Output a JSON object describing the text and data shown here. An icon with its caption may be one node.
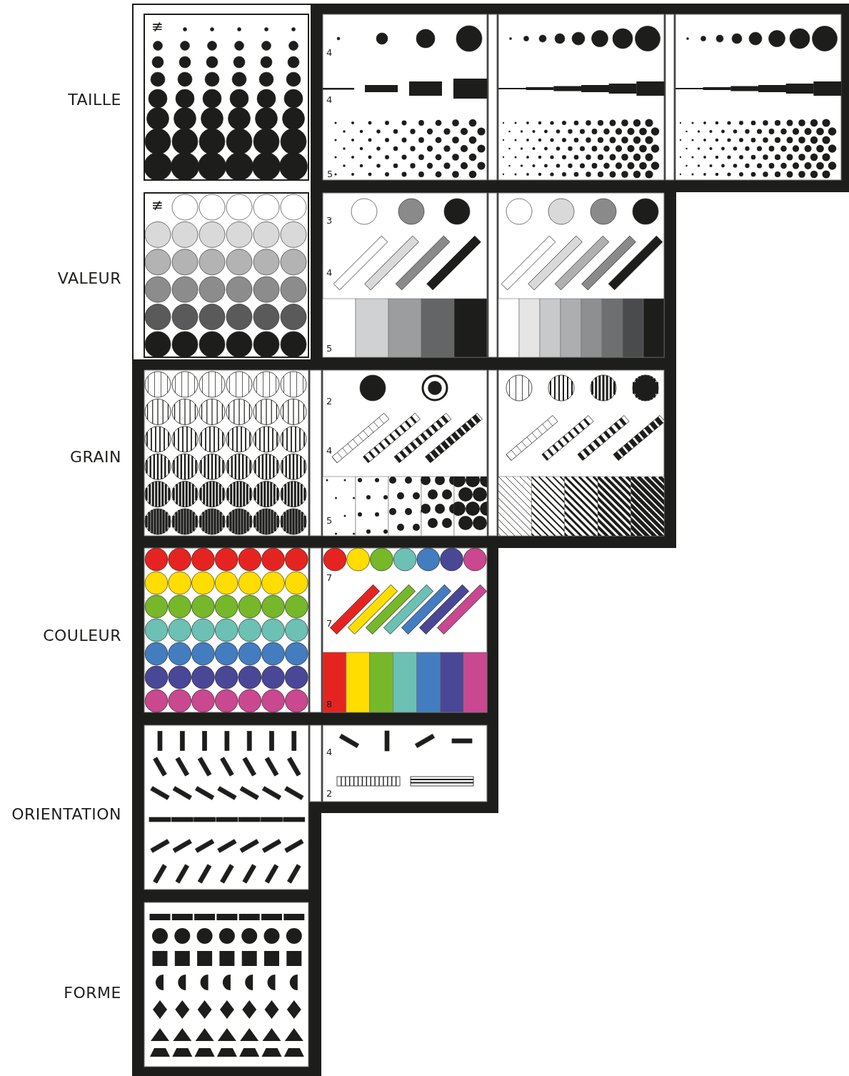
{
  "diagram": {
    "labels": [
      "TAILLE",
      "≢",
      "4",
      "4",
      "5",
      "VALEUR",
      "≢",
      "3",
      "4",
      "5",
      "GRAIN",
      "2",
      "4",
      "5",
      "COULEUR",
      "7",
      "7",
      "8",
      "ORIENTATION",
      "4",
      "2",
      "FORME"
    ]
  }
}
